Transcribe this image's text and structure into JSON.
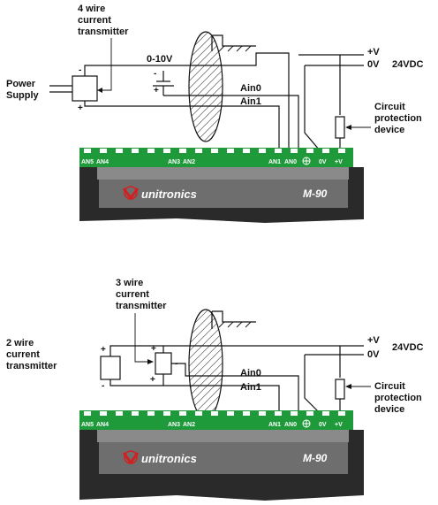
{
  "colors": {
    "terminal_green": "#1f9a3b",
    "plc_dark": "#2a2a2a",
    "plc_panel": "#6e6e6e",
    "logo_red": "#d22020"
  },
  "diagram1": {
    "transmitter_label": [
      "4 wire",
      "current",
      "transmitter"
    ],
    "power_supply_label": [
      "Power",
      "Supply"
    ],
    "voltage_source_label": "0-10V",
    "signal_labels": [
      "Ain0",
      "Ain1"
    ],
    "supply_labels": [
      "+V",
      "0V"
    ],
    "supply_voltage": "24VDC",
    "protection_label": [
      "Circuit",
      "protection",
      "device"
    ],
    "polarity": [
      "-",
      "+",
      "-",
      "+"
    ],
    "terminals": [
      "AN5",
      "AN4",
      "AN3",
      "AN2",
      "AN1",
      "AN0",
      "0V",
      "+V"
    ],
    "brand": "unitronics",
    "model": "M-90"
  },
  "diagram2": {
    "transmitter3_label": [
      "3 wire",
      "current",
      "transmitter"
    ],
    "transmitter2_label": [
      "2 wire",
      "current",
      "transmitter"
    ],
    "signal_labels": [
      "Ain0",
      "Ain1"
    ],
    "supply_labels": [
      "+V",
      "0V"
    ],
    "supply_voltage": "24VDC",
    "protection_label": [
      "Circuit",
      "protection",
      "device"
    ],
    "polarity_2wire": [
      "+",
      "-"
    ],
    "polarity_3wire": [
      "+",
      "-",
      "+"
    ],
    "terminals": [
      "AN5",
      "AN4",
      "AN3",
      "AN2",
      "AN1",
      "AN0",
      "0V",
      "+V"
    ],
    "brand": "unitronics",
    "model": "M-90"
  }
}
